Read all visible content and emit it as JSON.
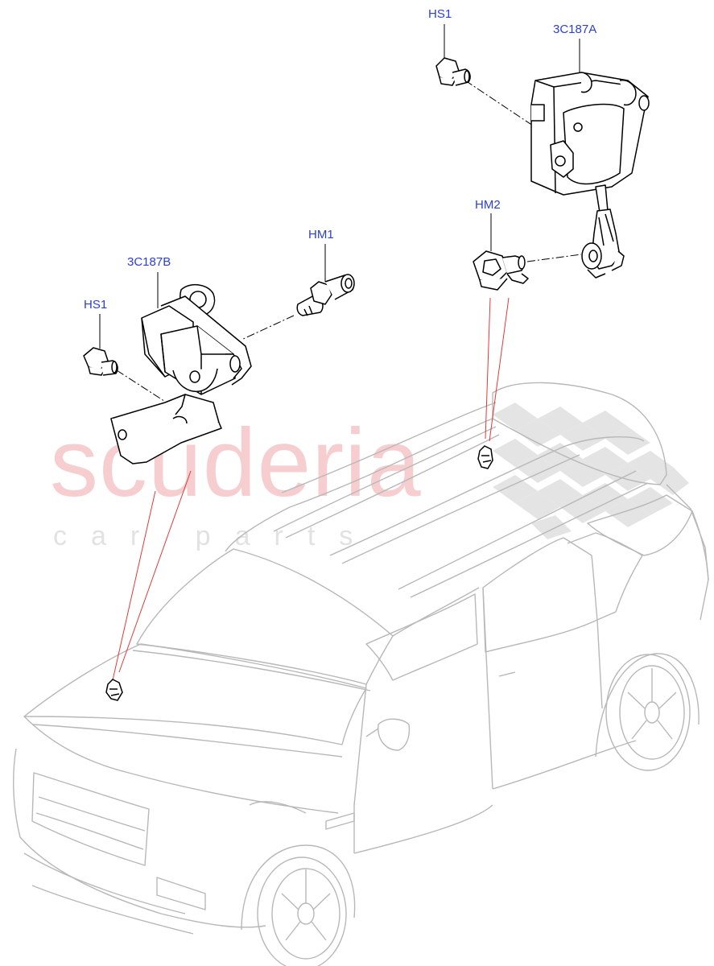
{
  "labels": {
    "hs1_top": "HS1",
    "part_a": "3C187A",
    "hm2": "HM2",
    "hm1": "HM1",
    "part_b": "3C187B",
    "hs1_left": "HS1"
  },
  "watermark": {
    "main": "scuderia",
    "sub": "car parts",
    "main_color": "#f6c9cb",
    "sub_color": "#e2e2e2"
  },
  "colors": {
    "label": "#2a3fd6",
    "leader_red": "#e23a3a",
    "outline": "#000000",
    "vehicle_outline": "#b8b8b8"
  }
}
